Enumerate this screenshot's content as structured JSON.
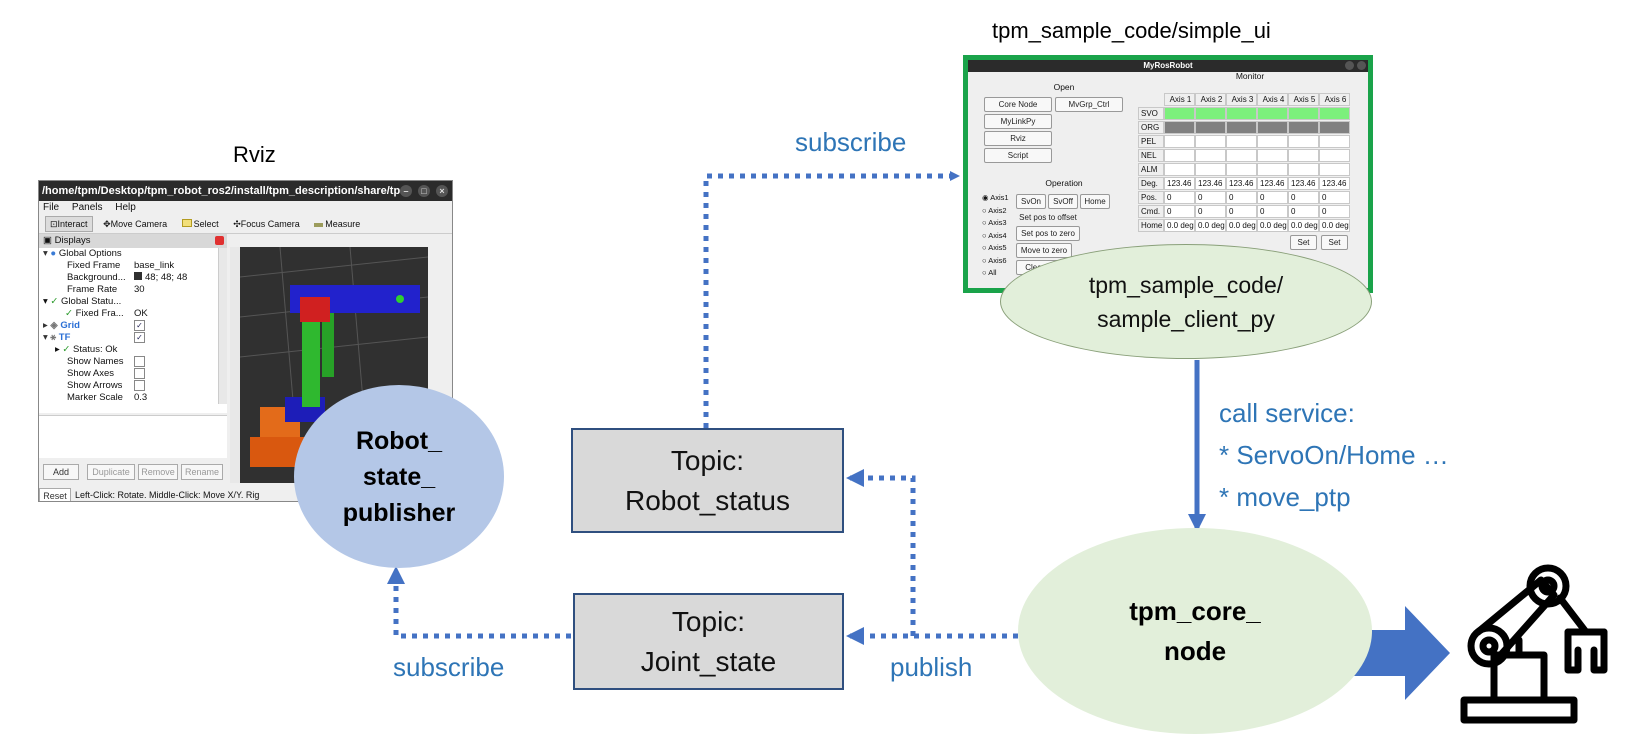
{
  "labels": {
    "rviz_title": "Rviz",
    "simple_ui_title": "tpm_sample_code/simple_ui",
    "subscribe_top": "subscribe",
    "subscribe_bottom": "subscribe",
    "publish": "publish",
    "call_service_line1": "call service:",
    "call_service_line2": "* ServoOn/Home …",
    "call_service_line3": "* move_ptp"
  },
  "nodes": {
    "robot_state_publisher": [
      "Robot_",
      "state_",
      "publisher"
    ],
    "sample_client": [
      "tpm_sample_code/",
      "sample_client_py"
    ],
    "core_node": [
      "tpm_core_",
      "node"
    ]
  },
  "topics": {
    "robot_status": [
      "Topic:",
      "Robot_status"
    ],
    "joint_state": [
      "Topic:",
      "Joint_state"
    ]
  },
  "rviz_window": {
    "title": "/home/tpm/Desktop/tpm_robot_ros2/install/tpm_description/share/tp...",
    "menu": [
      "File",
      "Panels",
      "Help"
    ],
    "toolbar": [
      "Interact",
      "Move Camera",
      "Select",
      "Focus Camera",
      "Measure"
    ],
    "panel_title": "Displays",
    "tree": [
      {
        "name": "Global Options",
        "value": ""
      },
      {
        "name": "Fixed Frame",
        "value": "base_link"
      },
      {
        "name": "Background...",
        "value": "48; 48; 48"
      },
      {
        "name": "Frame Rate",
        "value": "30"
      },
      {
        "name": "Global Statu...",
        "value": ""
      },
      {
        "name": "Fixed Fra...",
        "value": "OK"
      },
      {
        "name": "Grid",
        "value": "✓"
      },
      {
        "name": "TF",
        "value": "✓"
      },
      {
        "name": "Status: Ok",
        "value": ""
      },
      {
        "name": "Show Names",
        "value": ""
      },
      {
        "name": "Show Axes",
        "value": ""
      },
      {
        "name": "Show Arrows",
        "value": ""
      },
      {
        "name": "Marker Scale",
        "value": "0.3"
      }
    ],
    "buttons": [
      "Add",
      "Duplicate",
      "Remove",
      "Rename"
    ],
    "status_reset": "Reset",
    "status_text": "Left-Click: Rotate. Middle-Click: Move X/Y. Rig"
  },
  "simple_ui_window": {
    "title": "MyRosRobot",
    "open_label": "Open",
    "open_buttons": [
      "Core Node",
      "MvGrp_Ctrl",
      "MyLinkPy",
      "Rviz",
      "Script"
    ],
    "operation_label": "Operation",
    "axes": [
      "Axis1",
      "Axis2",
      "Axis3",
      "Axis4",
      "Axis5",
      "Axis6",
      "All"
    ],
    "op_buttons": [
      "SvOn",
      "SvOff",
      "Home",
      "Set pos to offset",
      "Set pos to zero",
      "Move to zero",
      "Clear al"
    ],
    "monitor_label": "Monitor",
    "columns": [
      "Axis 1",
      "Axis 2",
      "Axis 3",
      "Axis 4",
      "Axis 5",
      "Axis 6"
    ],
    "rows": [
      "SVO",
      "ORG",
      "PEL",
      "NEL",
      "ALM",
      "Deg.",
      "Pos.",
      "Cmd.",
      "Home"
    ],
    "deg_values": [
      "123.46",
      "123.46",
      "123.46",
      "123.46",
      "123.46",
      "123.46"
    ],
    "pos_values": [
      "0",
      "0",
      "0",
      "0",
      "0",
      "0"
    ],
    "cmd_values": [
      "0",
      "0",
      "0",
      "0",
      "0",
      "0"
    ],
    "home_values": [
      "0.0 deg",
      "0.0 deg",
      "0.0 deg",
      "0.0 deg",
      "0.0 deg",
      "0.0 deg"
    ],
    "set_label": "Set",
    "colors": {
      "svo": "#7cf07c",
      "org": "#808080"
    }
  },
  "colors": {
    "arrow_blue": "#4472c4",
    "label_blue": "#2e75b6",
    "robot_state_fill": "#b4c7e7",
    "green_ellipse_fill": "#e2efda",
    "topic_fill": "#d9d9d9"
  }
}
